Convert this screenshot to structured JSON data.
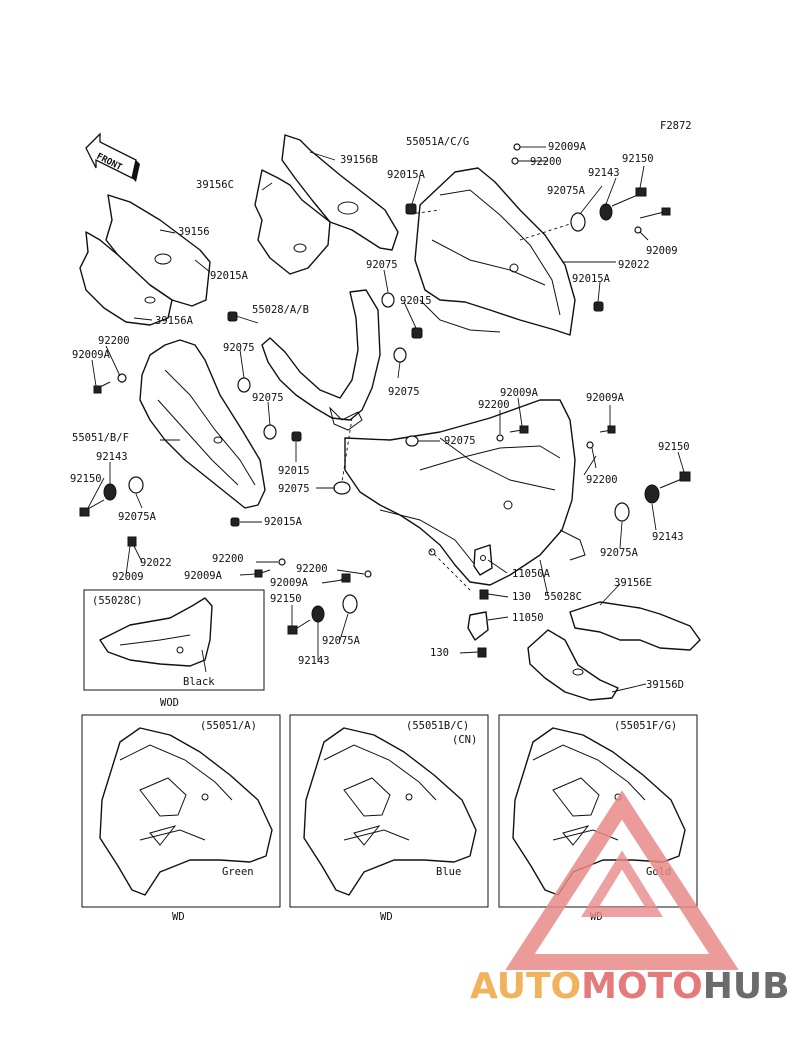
{
  "figure_id": "F2872",
  "front_label": "FRONT",
  "part_labels": {
    "p_55051_acg": "55051A/C/G",
    "p_92009a_top": "92009A",
    "p_92200_top": "92200",
    "p_39156b": "39156B",
    "p_92015a_top": "92015A",
    "p_92143_top": "92143",
    "p_92150_top": "92150",
    "p_92075a_top": "92075A",
    "p_39156c": "39156C",
    "p_39156": "39156",
    "p_92009_right": "92009",
    "p_92022_right": "92022",
    "p_92075_c1": "92075",
    "p_92015a_r": "92015A",
    "p_39156a": "39156A",
    "p_92015_c": "92015",
    "p_55028": "55028/A/B",
    "p_92015a_l": "92015A",
    "p_92200_l": "92200",
    "p_92009a_l": "92009A",
    "p_92075_l1": "92075",
    "p_92075_c2": "92075",
    "p_92009a_mr": "92009A",
    "p_92200_mr": "92200",
    "p_92009a_r2": "92009A",
    "p_92075_l2": "92075",
    "p_55051_bf": "55051/B/F",
    "p_92075_c3": "92075",
    "p_92143_l": "92143",
    "p_92015_l": "92015",
    "p_92150_r": "92150",
    "p_92200_r": "92200",
    "p_92150_l": "92150",
    "p_92075_c4": "92075",
    "p_92075a_l": "92075A",
    "p_92015a_b": "92015A",
    "p_92143_r": "92143",
    "p_92022_l": "92022",
    "p_92009_l": "92009",
    "p_92075a_r": "92075A",
    "p_92200_b": "92200",
    "p_92200_b2": "92200",
    "p_11050a": "11050A",
    "p_92009a_b1": "92009A",
    "p_92009a_b2": "92009A",
    "p_55028c": "55028C",
    "p_39156e": "39156E",
    "p_130_a": "130",
    "p_92150_b": "92150",
    "p_92075a_b": "92075A",
    "p_11050": "11050",
    "p_92143_b": "92143",
    "p_130_b": "130",
    "p_39156d": "39156D"
  },
  "insets": {
    "wod": {
      "code": "(55028C)",
      "color": "Black",
      "market": "WOD"
    },
    "a": {
      "code": "(55051/A)",
      "sub": "",
      "color": "Green",
      "market": "WD"
    },
    "b": {
      "code": "(55051B/C)",
      "sub": "(CN)",
      "color": "Blue",
      "market": "WD"
    },
    "c": {
      "code": "(55051F/G)",
      "sub": "",
      "color": "Gold",
      "market": "WD"
    }
  },
  "watermark": {
    "part1": "AUTO",
    "part2": "MOTO",
    "part3": "HUB"
  },
  "colors": {
    "ink": "#111111",
    "watermark_triangle": "#e98a8a",
    "watermark_auto": "#f0b25a",
    "watermark_hub": "#6b6b6b"
  }
}
